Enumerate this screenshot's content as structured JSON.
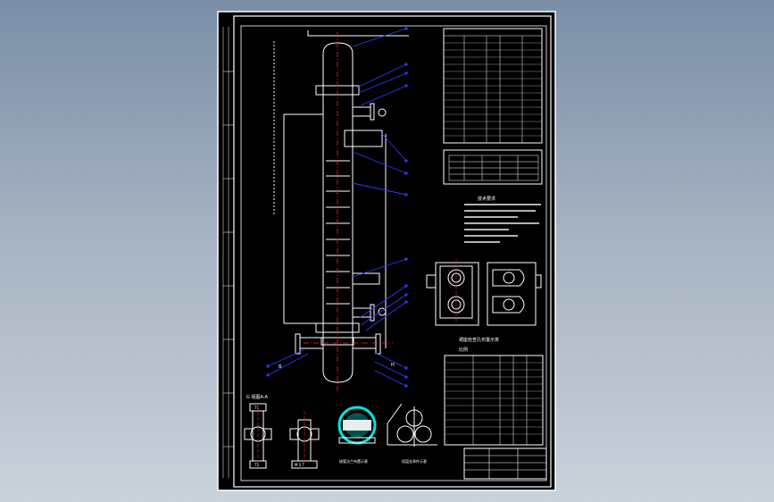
{
  "drawing": {
    "title_block_text": "",
    "view_label_left": "G  视图A-A",
    "nozzle_labels": [
      "T1",
      "T2",
      "M  S  T"
    ],
    "detail_captions": [
      "接管法兰布置示意",
      "塔盘支承件示意"
    ],
    "side_view_caption": "裙座检查孔布置示意",
    "side_view_sub": "比例",
    "notes_heading": "技术要求",
    "section_marks": [
      "B",
      "H"
    ]
  },
  "colors": {
    "background": "#000000",
    "lines": "#ffffff",
    "centerline": "#ff2020",
    "leaders": "#2b3cff",
    "highlight": "#00e5e5"
  }
}
